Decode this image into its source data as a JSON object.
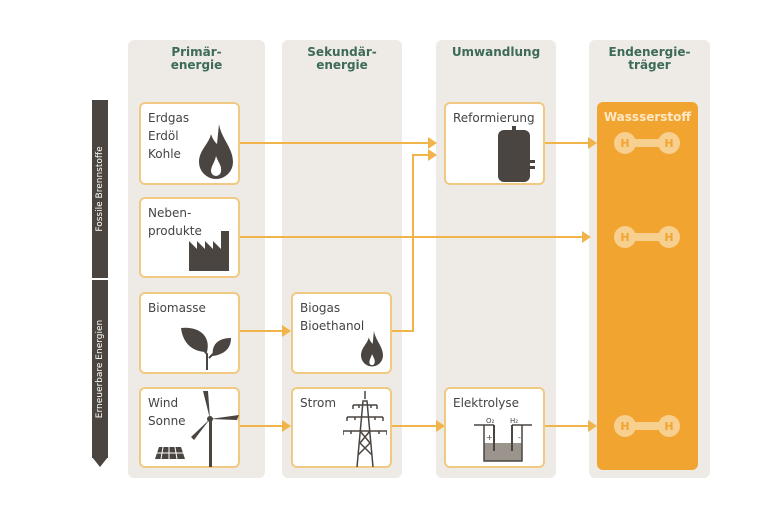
{
  "columns": [
    "Primär-\nenergie",
    "Sekundär-\nenergie",
    "Umwandlung",
    "Endenergie-\nträger"
  ],
  "side_labels": {
    "fossil": "Fossile Brennstoffe",
    "renewable": "Erneuerbare Energien"
  },
  "boxes": {
    "fossil_fuels": "Erdgas\nErdöl\nKohle",
    "byproducts": "Neben-\nprodukte",
    "biomass": "Biomasse",
    "wind_sun": "Wind\nSonne",
    "biogas": "Biogas\nBioethanol",
    "power": "Strom",
    "reforming": "Reformierung",
    "electrolysis": "Elektrolyse"
  },
  "electrolysis_labels": {
    "o2": "O₂",
    "h2": "H₂",
    "plus": "+",
    "minus": "-"
  },
  "product": {
    "title": "Wassserstoff",
    "atom": "H"
  },
  "colors": {
    "accent": "#f2a431",
    "dark": "#4a4540",
    "heading": "#3d6b57",
    "panel": "#eeebe7"
  }
}
